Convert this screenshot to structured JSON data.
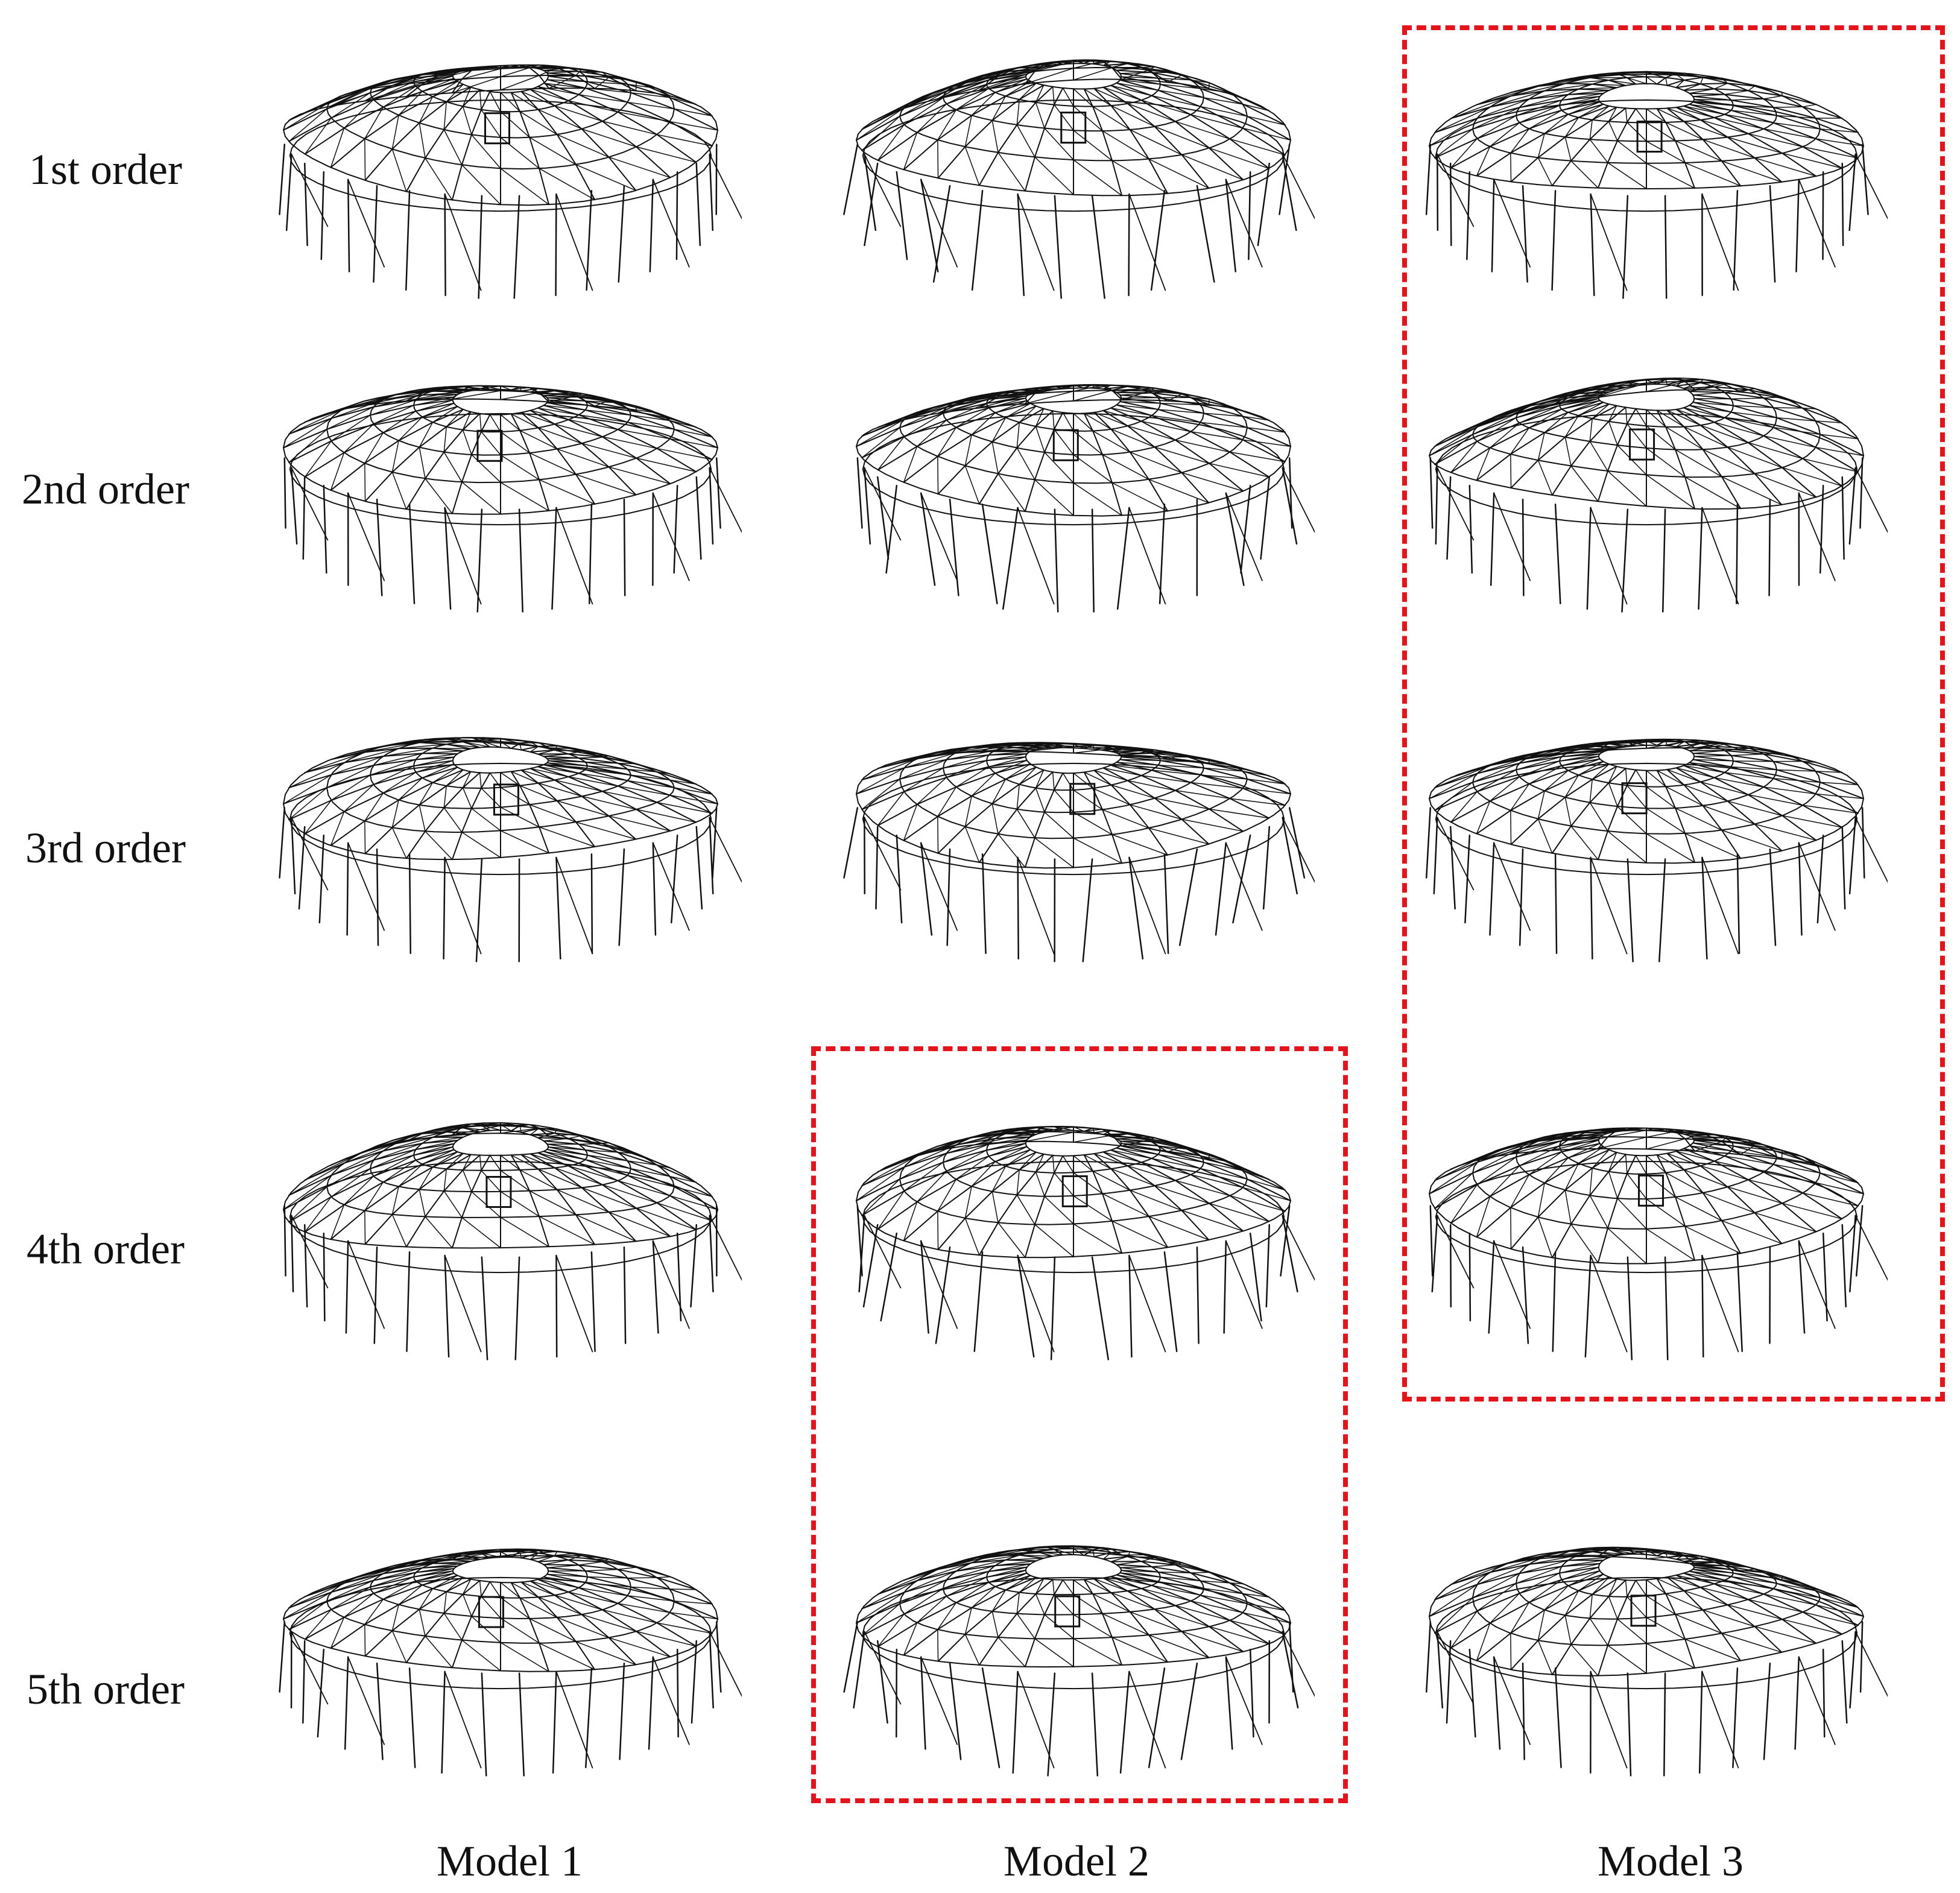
{
  "rows": [
    {
      "label": "1st order"
    },
    {
      "label": "2nd order"
    },
    {
      "label": "3rd order"
    },
    {
      "label": "4th order"
    },
    {
      "label": "5th order"
    }
  ],
  "columns": [
    {
      "label": "Model 1"
    },
    {
      "label": "Model 2"
    },
    {
      "label": "Model 3"
    }
  ],
  "highlight_color": "#e3141b",
  "wire_color": "#111111",
  "highlights": [
    {
      "column": "Model 2",
      "rows": [
        "4th order",
        "5th order"
      ]
    },
    {
      "column": "Model 3",
      "rows": [
        "1st order",
        "2nd order",
        "3rd order",
        "4th order"
      ]
    }
  ]
}
